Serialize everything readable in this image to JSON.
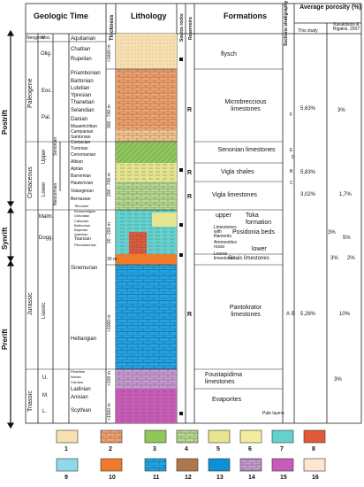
{
  "headers": {
    "geologic_time": "Geologic Time",
    "thickness": "Thickness",
    "lithology": "Lithology",
    "source_rocks": "Source rocks",
    "reservoirs": "Reservoirs",
    "formations": "Formations",
    "sections": "Sections stratigraphy",
    "porosity_title": "Average porosity (%)",
    "porosity_this": "This study",
    "porosity_ref": "Karakitsios & Rigakis, 2007"
  },
  "phases": {
    "postrift": "Postrift",
    "synrift": "Synrift",
    "prerift": "Prerift"
  },
  "periods": [
    "Neogene",
    "Paleogene",
    "Cretaceous",
    "Jurassic",
    "Triassic"
  ],
  "epochs": [
    "Moc.",
    "Olig.",
    "Eoc.",
    "Pal.",
    "Upper",
    "Lower",
    "Malm.",
    "Dogg.",
    "Liassic",
    "U.",
    "M.",
    "L."
  ],
  "subepochs": [
    "Senonian",
    "Neocomian"
  ],
  "stages": [
    "Aquitanian",
    "Chattian",
    "Rupelian",
    "Priambonian",
    "Bartonian",
    "Lutetian",
    "Ypresian",
    "Thanetian",
    "Selandian",
    "Danian",
    "Maastrichtian",
    "Campanian",
    "Santonian",
    "Coniacian",
    "Turonian",
    "Cenomanian",
    "Albian",
    "Aptian",
    "Barremian",
    "Hauterivian",
    "Valanginian",
    "Berriasian",
    "Tithonian",
    "Kimmeridgian",
    "Oxfordian",
    "Callovian",
    "Bathonian",
    "Bajocian",
    "Aalenian",
    "Toarcian",
    "Pliensbachian",
    "Sinemurian",
    "Hettangian",
    "Rhaetian",
    "Norian",
    "Carnian",
    "Ladinian",
    "Anisian",
    "Scythian"
  ],
  "thickness": [
    ">1600 m",
    "300 - 700 m",
    "200 - 700 m",
    "20 - 200 m",
    "30 m",
    ">1000 m",
    ">100 m",
    ">1500 m"
  ],
  "reservoir_mark": "R",
  "formations": [
    "flysch",
    "Microbreccious limestones",
    "Senonian limestones",
    "Vigla shales",
    "Vigla limestones",
    "upper",
    "Toka formation",
    "Posidonia beds",
    "lower",
    "Sinais limestones",
    "Pantokrator limestones",
    "Foustapidima limestones",
    "Evaporites"
  ],
  "small_formations": [
    "Limestones with filaments",
    "Ammonitico rosso",
    "Louros limestones",
    "Pale layers"
  ],
  "sections_marks": [
    "F",
    "E",
    "D",
    "C",
    "B",
    "A",
    "B"
  ],
  "porosity": [
    {
      "this": "5,63%",
      "ref": "3%"
    },
    {
      "this": "5,83%",
      "ref": ""
    },
    {
      "this": "3,02%",
      "ref": "1,7%"
    },
    {
      "this": "3%",
      "ref": "5%"
    },
    {
      "this": "3%",
      "ref": "2%"
    },
    {
      "this": "5,26%",
      "ref": "10%"
    },
    {
      "this": "",
      "ref": "3%"
    }
  ],
  "legend": [
    "1",
    "2",
    "3",
    "4",
    "5",
    "6",
    "7",
    "8",
    "9",
    "10",
    "11",
    "12",
    "13",
    "14",
    "15",
    "16"
  ],
  "colors": {
    "flysch": "#f8dfb0",
    "microbreccia": "#f3a06a",
    "senonian": "#8fc85a",
    "vigla_shales": "#e7e48f",
    "vigla_lime": "#b5db8e",
    "cyan": "#63d2cf",
    "blue": "#24a3e0",
    "lilac": "#c89ad3",
    "magenta": "#c85bb8",
    "red": "#e4583a",
    "orange": "#f07a2c"
  }
}
